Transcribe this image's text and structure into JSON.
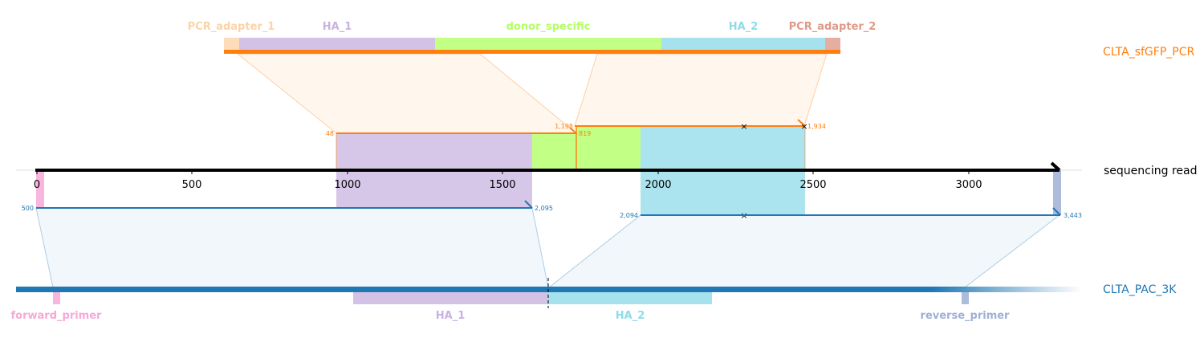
{
  "top_amplicon": {
    "name": "CLTA_sfGFP_PCR",
    "color": "#ff7f0e",
    "features": [
      {
        "label": "PCR_adapter_1",
        "color": "#fbd3a8"
      },
      {
        "label": "HA_1",
        "color": "#c8b3e0"
      },
      {
        "label": "donor_specific",
        "color": "#b3ff66"
      },
      {
        "label": "HA_2",
        "color": "#8fdbe8"
      },
      {
        "label": "PCR_adapter_2",
        "color": "#e09a88"
      }
    ],
    "alignment_numbers": [
      "48",
      "1,198",
      "819",
      "1,934"
    ]
  },
  "read": {
    "name": "sequencing read",
    "axis_ticks": [
      "0",
      "500",
      "1000",
      "1500",
      "2000",
      "2500",
      "3000"
    ]
  },
  "bottom_amplicon": {
    "name": "CLTA_PAC_3K",
    "color": "#1f77b4",
    "features": [
      {
        "label": "forward_primer",
        "color": "#f7a8d8"
      },
      {
        "label": "HA_1",
        "color": "#c8b3e0"
      },
      {
        "label": "HA_2",
        "color": "#8fdbe8"
      },
      {
        "label": "reverse_primer",
        "color": "#9fb0d6"
      }
    ],
    "alignment_numbers": [
      "500",
      "2,095",
      "2,094",
      "3,443"
    ]
  }
}
